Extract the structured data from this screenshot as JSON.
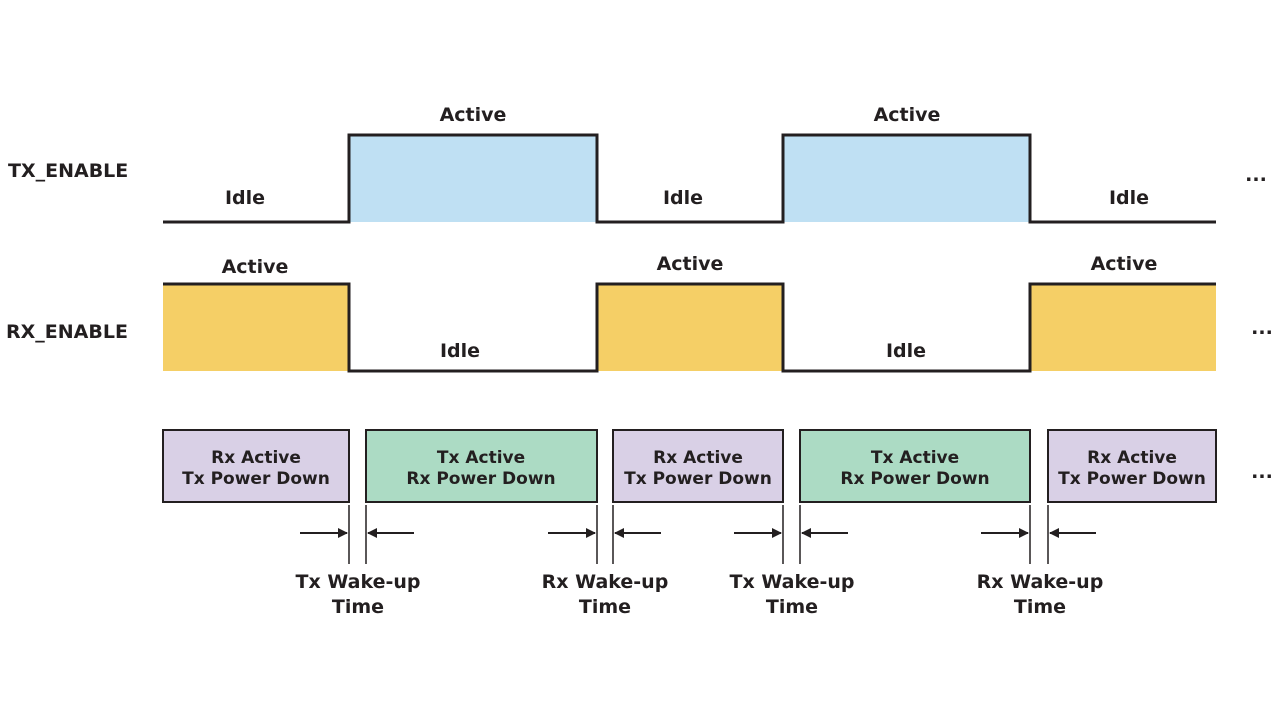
{
  "signals": {
    "tx_label": "TX_ENABLE",
    "rx_label": "RX_ENABLE"
  },
  "colors": {
    "tx_active": "#bfe0f3",
    "rx_active": "#f5cf66",
    "rx_active_box": "#d9d0e6",
    "tx_active_box": "#acdbc4",
    "line": "#231f20"
  },
  "tx_states": [
    {
      "state": "Idle"
    },
    {
      "state": "Active"
    },
    {
      "state": "Idle"
    },
    {
      "state": "Active"
    },
    {
      "state": "Idle"
    }
  ],
  "rx_states": [
    {
      "state": "Active"
    },
    {
      "state": "Idle"
    },
    {
      "state": "Active"
    },
    {
      "state": "Idle"
    },
    {
      "state": "Active"
    }
  ],
  "mode_boxes": [
    {
      "line1": "Rx Active",
      "line2": "Tx Power Down"
    },
    {
      "line1": "Tx Active",
      "line2": "Rx Power Down"
    },
    {
      "line1": "Rx Active",
      "line2": "Tx Power Down"
    },
    {
      "line1": "Tx Active",
      "line2": "Rx Power Down"
    },
    {
      "line1": "Rx Active",
      "line2": "Tx Power Down"
    }
  ],
  "wakeups": [
    {
      "line1": "Tx Wake-up",
      "line2": "Time"
    },
    {
      "line1": "Rx Wake-up",
      "line2": "Time"
    },
    {
      "line1": "Tx Wake-up",
      "line2": "Time"
    },
    {
      "line1": "Rx Wake-up",
      "line2": "Time"
    }
  ],
  "continuation": "..."
}
